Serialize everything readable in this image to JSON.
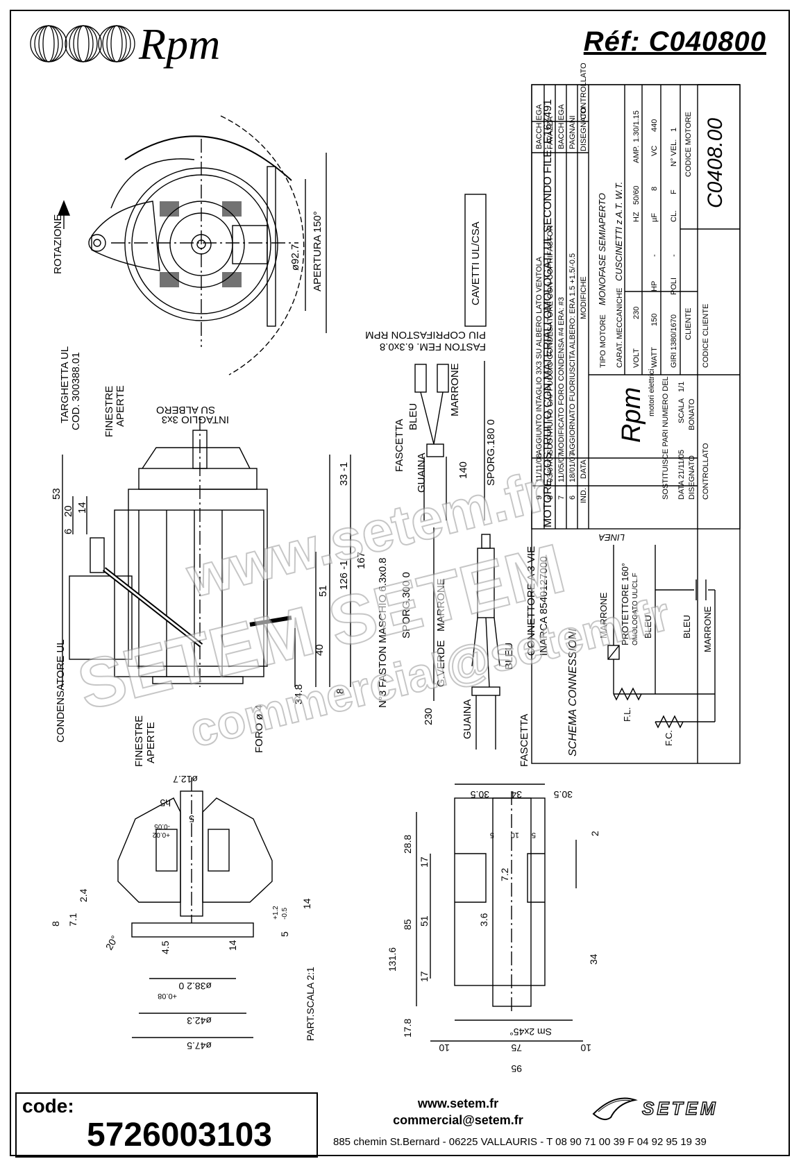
{
  "header": {
    "brand": "Rpm",
    "reference": "Réf:  C040800"
  },
  "front_view": {
    "rotation_label": "ROTAZIONE",
    "diameter_label": "ø92.7",
    "aperture_label": "APERTURA 150°"
  },
  "side_view": {
    "labels": [
      "TARGHETTA UL",
      "COD. 300388.01",
      "FINESTRE",
      "APERTE",
      "INTAGLIO 3x3",
      "SU ALBERO",
      "CONDENSATORE UL",
      "FINESTRE",
      "APERTE",
      "FORO ø 4"
    ],
    "dims": [
      "53",
      "20",
      "14",
      "6",
      "33 -1",
      "126 -1",
      "167",
      "51",
      "40",
      "34.8",
      "8"
    ]
  },
  "cables": {
    "cavetti": "CAVETTI  UL/CSA",
    "faston_fem": "FASTON FEM. 6.3x0.8",
    "coprifaston": "PIU COPRIFASTON RPM",
    "labels_top": [
      "BLEU",
      "MARRONE",
      "FASCETTA",
      "GUAINA",
      "140",
      "SPORG.180 0"
    ],
    "labels_bottom": [
      "N°3 FASTON MASCHIO 6.3x0.8",
      "SPORG.300 0",
      "G.VERDE",
      "MARRONE",
      "BLEU",
      "CONNETTORE A 3 VIE",
      "INARCA 8540127000",
      "230",
      "GUAINA",
      "FASCETTA"
    ]
  },
  "title_block": {
    "approval_note": "MOTORE COSTRUITO CON MATERIALI OMOLOGATI UL SECONDO FILE: E167491",
    "revisions": [
      {
        "n": "9",
        "date": "11/11/08",
        "text": "AGGIUNTO INTAGLIO 3X3 SU ALBERO LATO VENTOLA",
        "by": "BACCHIEGA"
      },
      {
        "n": "8",
        "date": "03/07/07",
        "text": "SOSTITUITO CAPPUCCIO CONDESATORE CON COPRIFASTON",
        "by": "FAVAZZA"
      },
      {
        "n": "7",
        "date": "11/05/07",
        "text": "MODIFICATO FORO CONDENSA #4 ERA: #3",
        "by": "BACCHIEGA"
      },
      {
        "n": "6",
        "date": "18/01/07",
        "text": "AGGIORNATO FUORIUSCITA ALBERO: ERA 1.5 +1.5/-0.5",
        "by": "PAGNANI"
      }
    ],
    "rev_header": [
      "IND.",
      "DATA",
      "MODIFICHE",
      "DISEGNATO",
      "CONTROLLATO"
    ],
    "brand": "Rpm",
    "brand_sub": "motori elettrici",
    "tipo_motore_label": "TIPO MOTORE",
    "tipo_motore": "MONOFASE SEMIAPERTO",
    "carat_label": "CARAT. MECCANICHE",
    "carat": "CUSCINETTI z A.T. W.T.",
    "specs": [
      [
        "VOLT",
        "230",
        "HZ",
        "50/60",
        "AMP.",
        "1.30/1.15"
      ],
      [
        "WATT",
        "150",
        "HP",
        "-",
        "µF",
        "8",
        "VC",
        "440"
      ],
      [
        "GIRI",
        "1380/1670",
        "POLI",
        "-",
        "CL.",
        "F",
        "N° VEL.",
        "1"
      ]
    ],
    "sostituisce": "SOSTITUISCE PARI NUMERO DEL",
    "scala_label": "SCALA",
    "scala": "1/1",
    "data_label": "DATA",
    "data": "21/11/05",
    "disegnato_label": "DISEGNATO",
    "disegnato": "BONATO",
    "controllato_label": "CONTROLLATO",
    "cliente_label": "CLIENTE",
    "codice_cliente_label": "CODICE CLIENTE",
    "codice_motore_label": "CODICE MOTORE",
    "codice_motore": "C0408.00"
  },
  "schema": {
    "title": "SCHEMA CONNESSIONI",
    "linea": "LINEA",
    "protector": "PROTETTORE 160°",
    "protector_sub": "OMOLOGATO UL/CL.F",
    "wires": [
      "MARRONE",
      "BLEU",
      "BLEU",
      "MARRONE"
    ],
    "fl": "F.L.",
    "fc": "F.C."
  },
  "details_left": {
    "labels": [
      "ø12.7",
      "h5",
      "5",
      "-0.05",
      "+0.02",
      "2.4",
      "7.1",
      "8",
      "20°",
      "4.5",
      "14",
      "14",
      "+1.2",
      "-0.5",
      "5",
      "ø38.2 0",
      "+0.08",
      "ø42.3",
      "ø47.5"
    ],
    "scale_note": "PART.SCALA 2:1"
  },
  "details_right": {
    "labels": [
      "30.5",
      "34",
      "30.5",
      "2",
      "28.8",
      "5",
      "10",
      "5",
      "17",
      "7.2",
      "131.6",
      "85",
      "51",
      "3.6",
      "17",
      "34",
      "17.8",
      "Sm 2x45°",
      "10",
      "75",
      "10",
      "95"
    ]
  },
  "watermark": {
    "lines": [
      "www.setem.fr",
      "SETEM  SETEM",
      "commercial@setem.fr"
    ]
  },
  "footer": {
    "code_label": "code:",
    "code_value": "5726003103",
    "website": "www.setem.fr",
    "email": "commercial@setem.fr",
    "address": "885 chemin St.Bernard  -  06225 VALLAURIS  -  T 08 90 71 00 39   F 04 92 95 19 39",
    "setem_logo": "SETEM"
  }
}
